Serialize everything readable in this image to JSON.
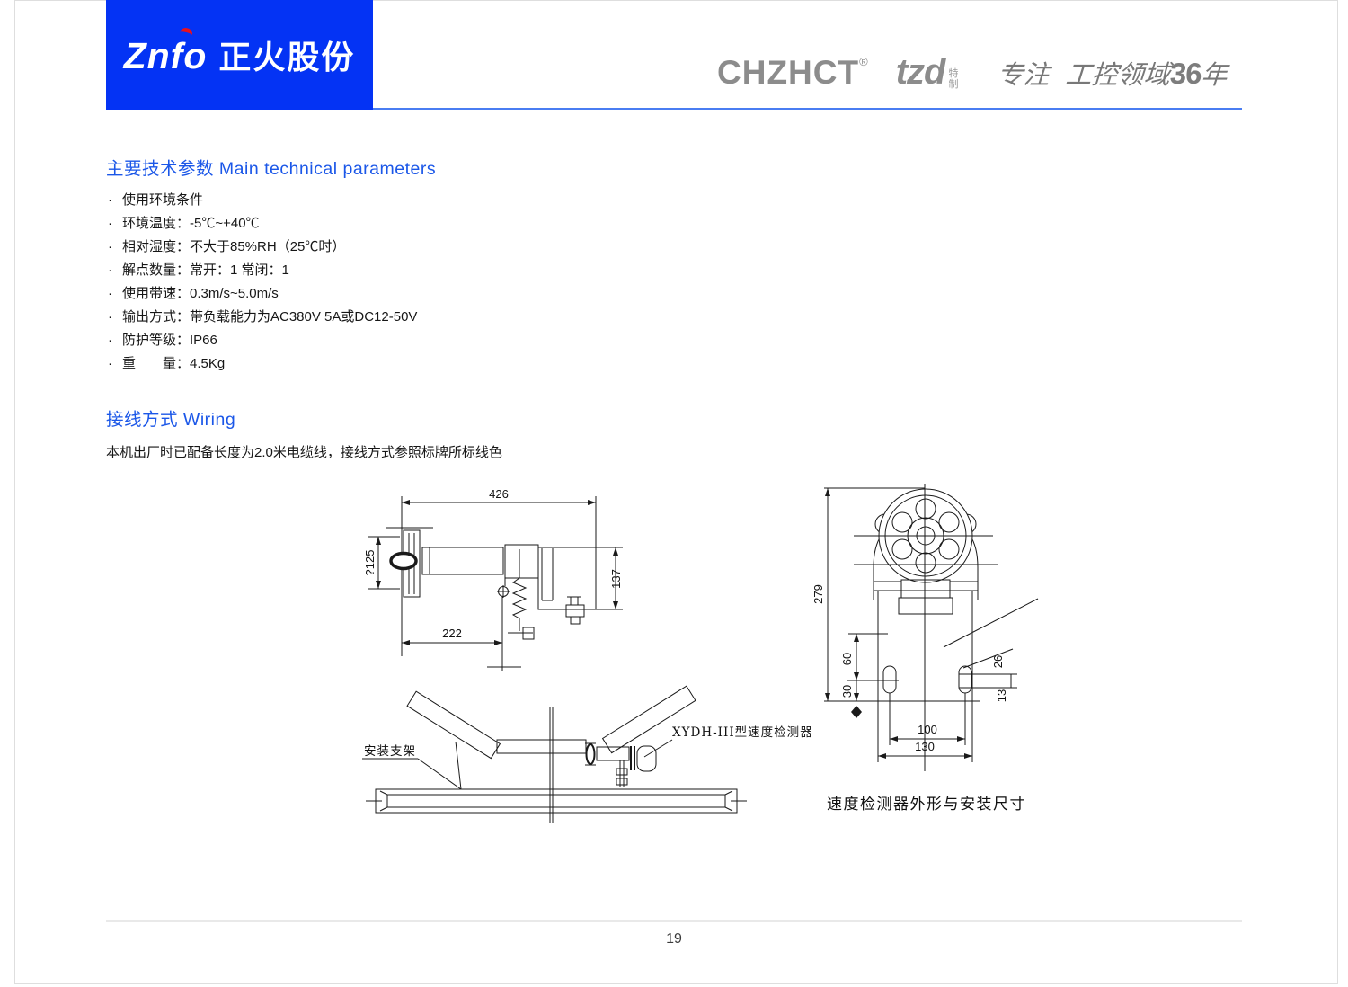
{
  "page": {
    "number": "19"
  },
  "header": {
    "logo_latin": "Znfo",
    "logo_cn": "正火股份",
    "brand_name": "CHZHCT",
    "brand_reg": "®",
    "brand_tzd": "tzd",
    "brand_te": "特",
    "brand_zhi": "制",
    "slogan_left": "专注",
    "slogan_mid": "工控领域",
    "slogan_num": "36",
    "slogan_year": "年"
  },
  "params": {
    "title": "主要技术参数 Main technical parameters",
    "bullet": "·",
    "items": [
      "使用环境条件",
      "环境温度：-5℃~+40℃",
      "相对湿度：不大于85%RH（25℃时）",
      "解点数量：常开：1 常闭：1",
      "使用带速：0.3m/s~5.0m/s",
      "输出方式：带负载能力为AC380V 5A或DC12-50V",
      "防护等级：IP66",
      "重　　量：4.5Kg"
    ]
  },
  "wiring": {
    "title": "接线方式 Wiring",
    "body": "本机出厂时已配备长度为2.0米电缆线，接线方式参照标牌所标线色"
  },
  "drawings": {
    "side": {
      "dim_top": "426",
      "dim_left": "?125",
      "dim_right": "137",
      "dim_bottom": "222"
    },
    "front": {
      "dim_height": "279",
      "dim_60": "60",
      "dim_30": "30",
      "dim_26": "26",
      "dim_13": "13",
      "dim_100": "100",
      "dim_130": "130"
    },
    "install": {
      "label_bracket": "安装支架",
      "label_detector": "XYDH-III型速度检测器"
    },
    "caption": "速度检测器外形与安装尺寸"
  },
  "colors": {
    "brand_blue": "#0433f4",
    "divider_blue": "#4a7df2",
    "title_blue": "#1b57e8",
    "logo_red": "#e8101c",
    "brand_gray": "#8c8c8c"
  }
}
